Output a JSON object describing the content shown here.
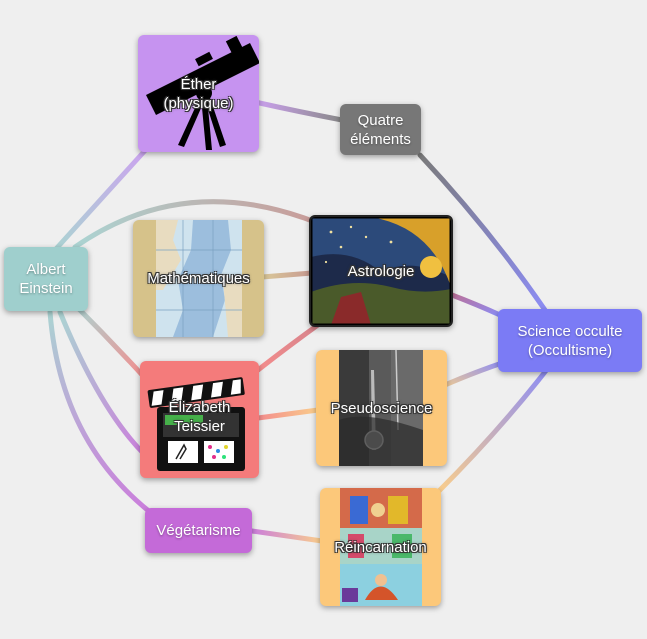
{
  "nodes": {
    "ether": {
      "label_line1": "Éther",
      "label_line2": "(physique)",
      "color": "#c693f0"
    },
    "quatre": {
      "label_line1": "Quatre",
      "label_line2": "éléments",
      "color": "#777777"
    },
    "einstein": {
      "label_line1": "Albert",
      "label_line2": "Einstein",
      "color": "#9fcfcd"
    },
    "maths": {
      "label": "Mathématiques",
      "color": "#d6c28a"
    },
    "astrologie": {
      "label": "Astrologie",
      "color": "#2a2a2a"
    },
    "occulte": {
      "label_line1": "Science occulte",
      "label_line2": "(Occultisme)",
      "color": "#7b7bf5"
    },
    "teissier": {
      "label_line1": "Élizabeth",
      "label_line2": "Teissier",
      "color": "#f47b7b"
    },
    "pseudo": {
      "label": "Pseudoscience",
      "color": "#fcc87a"
    },
    "vegetarisme": {
      "label": "Végétarisme",
      "color": "#c46ad8"
    },
    "reincarnation": {
      "label": "Réincarnation",
      "color": "#fcc87a"
    }
  },
  "icons": {
    "ether": "telescope-icon",
    "teissier": "film-clapperboard-icon",
    "maths": "map-image",
    "astrologie": "flammarion-engraving-image",
    "pseudo": "photograph-image",
    "reincarnation": "painting-image"
  }
}
